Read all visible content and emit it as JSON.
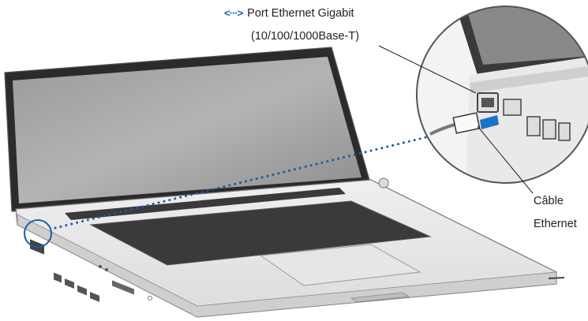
{
  "labels": {
    "port_icon": "<···>",
    "port_name": "Port Ethernet Gigabit",
    "port_spec": "(10/100/1000Base-T)",
    "cable_line1": "Câble",
    "cable_line2": "Ethernet"
  },
  "colors": {
    "accent_blue": "#1f5aa6",
    "cable_blue": "#1a73c8"
  }
}
